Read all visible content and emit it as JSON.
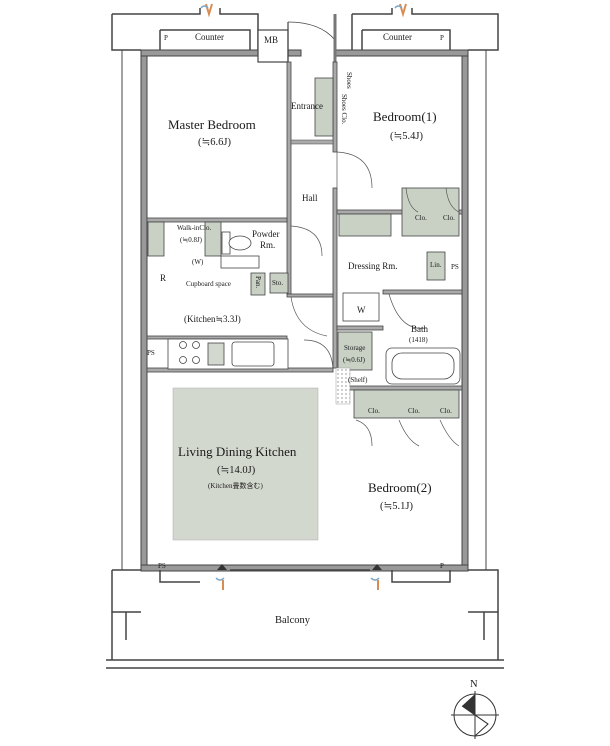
{
  "rooms": {
    "master_bedroom": {
      "name": "Master Bedroom",
      "size": "(≒6.6J)"
    },
    "bedroom1": {
      "name": "Bedroom(1)",
      "size": "(≒5.4J)"
    },
    "bedroom2": {
      "name": "Bedroom(2)",
      "size": "(≒5.1J)"
    },
    "ldk": {
      "name": "Living Dining Kitchen",
      "size": "(≒14.0J)",
      "note": "(Kitchen畳数含む)"
    },
    "kitchen": {
      "name": "(Kitchen≒3.3J)"
    },
    "entrance": "Entrance",
    "hall": "Hall",
    "powder_room": {
      "line1": "Powder",
      "line2": "Rm."
    },
    "walkin_closet": {
      "name": "Walk-inClo.",
      "size": "(≒0.8J)",
      "w": "(W)"
    },
    "dressing_room": "Dressing Rm.",
    "bath": {
      "name": "Bath",
      "size": "(1418)"
    },
    "storage": {
      "name": "Storage",
      "size": "(≒0.6J)",
      "shelf": "(Shelf)"
    },
    "cupboard": "Cupboard space",
    "balcony": "Balcony"
  },
  "fixtures": {
    "counter_left": "Counter",
    "counter_right": "Counter",
    "mb": "MB",
    "p": "P",
    "ps": "PS",
    "r": "R",
    "w": "W",
    "pan": "Pan.",
    "sto": "Sto.",
    "lin": "Lin.",
    "clo": "Clo.",
    "shoes_clo": "Shoes Clo.",
    "shoes": "Shoes"
  },
  "compass": {
    "north": "N"
  },
  "colors": {
    "wall": "#888888",
    "storage_fill": "#c9d1c5",
    "furniture_fill": "#d3d8cf"
  }
}
